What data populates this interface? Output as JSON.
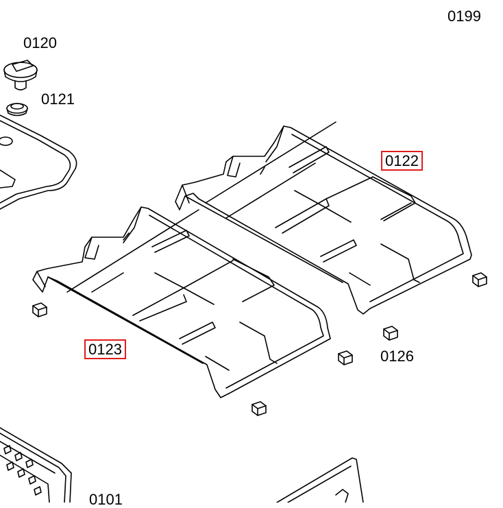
{
  "diagram": {
    "page_code": "0199",
    "highlight_color": "#e01b1b",
    "parts": [
      {
        "id": "0120",
        "highlighted": false
      },
      {
        "id": "0121",
        "highlighted": false
      },
      {
        "id": "0122",
        "highlighted": true
      },
      {
        "id": "0123",
        "highlighted": true
      },
      {
        "id": "0126",
        "highlighted": false
      },
      {
        "id": "0101",
        "highlighted": false
      }
    ]
  }
}
